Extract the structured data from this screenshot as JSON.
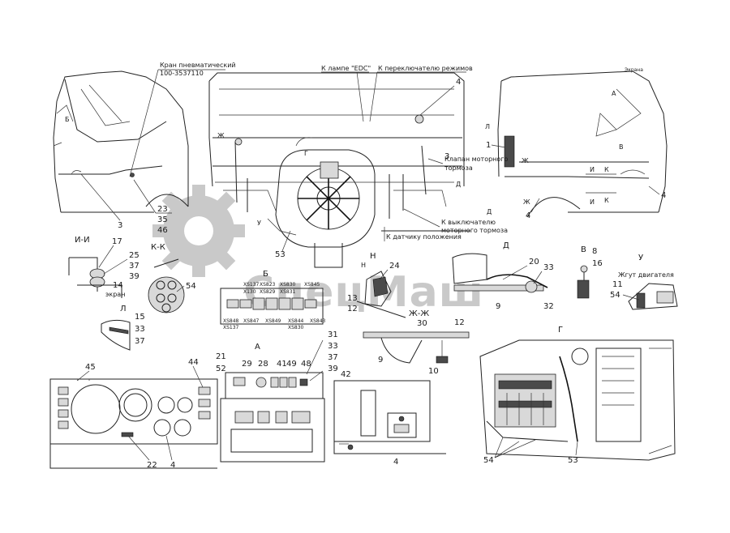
{
  "annotations": {
    "kran_pnevm": "Кран пневматический",
    "kran_pnevm_code": "100-3537110",
    "lamp_edc": "К лампе \"EDC\"",
    "mode_switch": "К переключателю режимов",
    "klapan_1": "Клапан моторного",
    "klapan_2": "тормоза",
    "vykl_1": "К выключателю",
    "vykl_2": "моторного тормоза",
    "datchik": "К датчику положения",
    "ekran": "экран",
    "zhgut": "Жгут двигателя",
    "tiny_right": "Экрана"
  },
  "sections": {
    "ii": "И-И",
    "kk": "К-К",
    "l": "Л",
    "b": "Б",
    "a": "А",
    "n": "Н",
    "zhzh": "Ж-Ж",
    "d": "Д",
    "v": "В",
    "u": "У",
    "g": "Г"
  },
  "view_letters": {
    "b_cab": "Б",
    "a_right": "А",
    "l_right": "Л",
    "v_right": "В",
    "zh_right": "Ж",
    "i_right_1": "И",
    "k_right_1": "К",
    "zh_right_2": "Ж",
    "i_right_2": "И",
    "k_right_2": "К",
    "d_right": "Д",
    "zh_left": "Ж",
    "u_mid": "У",
    "g_mid": "Г",
    "n_mid": "Н",
    "d_mid": "Д"
  },
  "callouts": {
    "c23": "23",
    "c35": "35",
    "c46": "46",
    "c3a": "3",
    "c4a": "4",
    "c3b": "3",
    "c53a": "53",
    "c1": "1",
    "c4b": "4",
    "c4c": "4",
    "c17": "17",
    "c25": "25",
    "c37a": "37",
    "c39a": "39",
    "c14": "14",
    "c54a": "54",
    "c15": "15",
    "c33a": "33",
    "c37b": "37",
    "c24": "24",
    "c13": "13",
    "c12a": "12",
    "c20": "20",
    "c33b": "33",
    "c9a": "9",
    "c32": "32",
    "c8": "8",
    "c16": "16",
    "c11": "11",
    "c54b": "54",
    "c30": "30",
    "c12b": "12",
    "c9b": "9",
    "c10": "10",
    "c31": "31",
    "c33c": "33",
    "c37c": "37",
    "c39b": "39",
    "c42": "42",
    "c29": "29",
    "c28": "28",
    "c41": "41",
    "c49": "49",
    "c48": "48",
    "c21": "21",
    "c52": "52",
    "c45": "45",
    "c44": "44",
    "c22": "22",
    "c4d": "4",
    "c4e": "4",
    "c54c": "54",
    "c53b": "53"
  },
  "connector_labels": {
    "xs137": "XS137",
    "xs823": "XS823",
    "xs830": "XS830",
    "xs845": "XS845",
    "x130": "X130",
    "xs829": "XS829",
    "xs831": "XS831",
    "xs848": "XS848",
    "xs847": "XS847",
    "xs849": "XS849",
    "xs844": "XS844",
    "xs843": "XS843",
    "xs137b": "XS137",
    "xs830b": "XS830"
  },
  "watermark": {
    "text": "СпецМаш"
  },
  "colors": {
    "line": "#222222",
    "watermark": "#c9c9c9",
    "background": "#ffffff"
  }
}
